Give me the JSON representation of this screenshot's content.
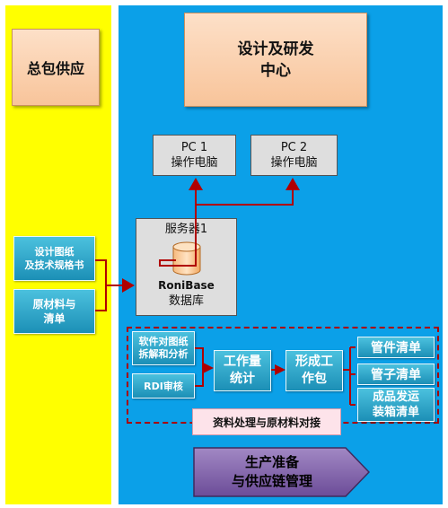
{
  "general_supply": "总包供应",
  "rd_center": "设计及研发\n中心",
  "pc1": {
    "line1": "PC 1",
    "line2": "操作电脑"
  },
  "pc2": {
    "line1": "PC 2",
    "line2": "操作电脑"
  },
  "server": {
    "title": "服务器1",
    "db_name": "RoniBase",
    "db_label": "数据库"
  },
  "design_docs": "设计图纸\n及技术规格书",
  "raw_materials": "原材料与\n清单",
  "software": "软件对图纸\n拆解和分析",
  "rdi": "RDI审核",
  "workload": "工作量\n统计",
  "work_package": "形成工\n作包",
  "pipe_list": "管件清单",
  "tube_list": "管子清单",
  "packing_list": "成品发运\n装箱清单",
  "data_processing": "资料处理与原材料对接",
  "production": "生产准备\n与供应链管理"
}
